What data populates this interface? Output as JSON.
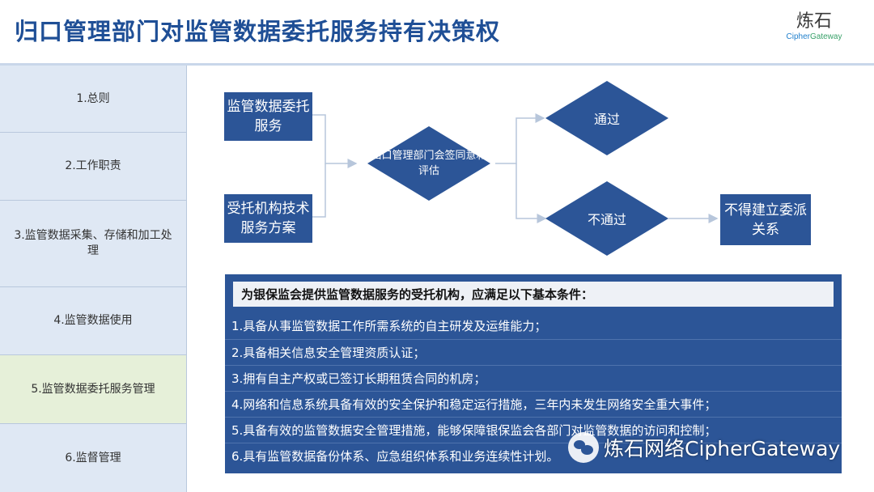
{
  "header": {
    "title": "归口管理部门对监管数据委托服务持有决策权",
    "logo_cn": "炼石",
    "logo_en_a": "Cipher",
    "logo_en_b": "Gateway"
  },
  "sidebar": {
    "items": [
      {
        "label": "1.总则"
      },
      {
        "label": "2.工作职责"
      },
      {
        "label": "3.监管数据采集、存储和加工处理"
      },
      {
        "label": "4.监管数据使用"
      },
      {
        "label": "5.监管数据委托服务管理"
      },
      {
        "label": "6.监督管理"
      }
    ],
    "active_index": 4
  },
  "flow": {
    "input1": "监管数据委托服务",
    "input2": "受托机构技术服务方案",
    "decision": "归口管理部门会签同意和评估",
    "pass": "通过",
    "fail": "不通过",
    "result": "不得建立委派关系"
  },
  "conditions": {
    "heading": "为银保监会提供监管数据服务的受托机构，应满足以下基本条件：",
    "items": [
      "1.具备从事监管数据工作所需系统的自主研发及运维能力；",
      "2.具备相关信息安全管理资质认证；",
      "3.拥有自主产权或已签订长期租赁合同的机房；",
      "4.网络和信息系统具备有效的安全保护和稳定运行措施，三年内未发生网络安全重大事件；",
      "5.具备有效的监管数据安全管理措施，能够保障银保监会各部门对监管数据的访问和控制；",
      "6.具有监管数据备份体系、应急组织体系和业务连续性计划。"
    ]
  },
  "watermark": {
    "text": "炼石网络CipherGateway"
  },
  "colors": {
    "primary_blue": "#2c5597",
    "title_blue": "#1f4f96",
    "active_item": "#e6f0d9"
  }
}
